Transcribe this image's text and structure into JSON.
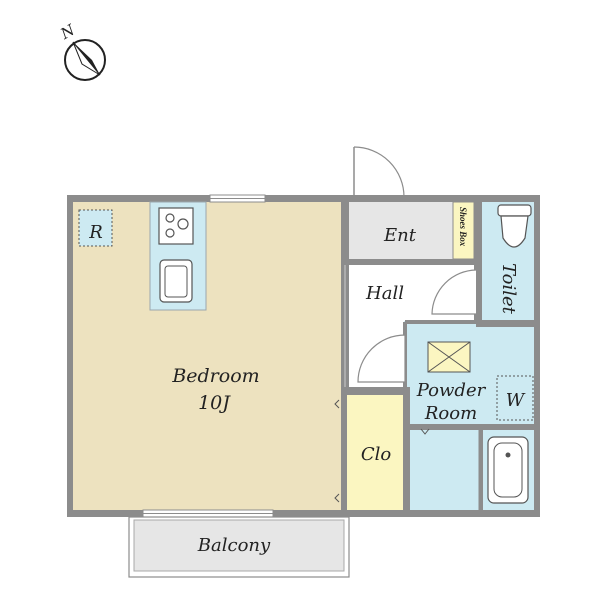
{
  "compass": {
    "north_label": "N",
    "icon": "compass-rose-icon"
  },
  "rooms": {
    "bedroom": {
      "name": "Bedroom",
      "size": "10J"
    },
    "refrigerator": {
      "label": "R"
    },
    "entrance": {
      "label": "Ent"
    },
    "shoes_box": {
      "label": "Shoes Box"
    },
    "hall": {
      "label": "Hall"
    },
    "toilet": {
      "label": "Toilet"
    },
    "powder_room": {
      "line1": "Powder",
      "line2": "Room"
    },
    "washer": {
      "label": "W"
    },
    "closet": {
      "label": "Clo"
    },
    "balcony": {
      "label": "Balcony"
    }
  },
  "colors": {
    "bedroom": "#ede2bf",
    "wet_area": "#cdeaf2",
    "entrance": "#e6e6e6",
    "closet": "#fbf6c1",
    "shoes_box": "#fbf6c1",
    "balcony": "#e6e6e6",
    "hall": "#ffffff",
    "wall": "#8c8c8c"
  },
  "icons": {
    "stove": "gas-stove-icon",
    "sink": "kitchen-sink-icon",
    "toilet": "toilet-fixture-icon",
    "bathtub": "bathtub-icon",
    "skylight": "ceiling-fan-icon"
  }
}
